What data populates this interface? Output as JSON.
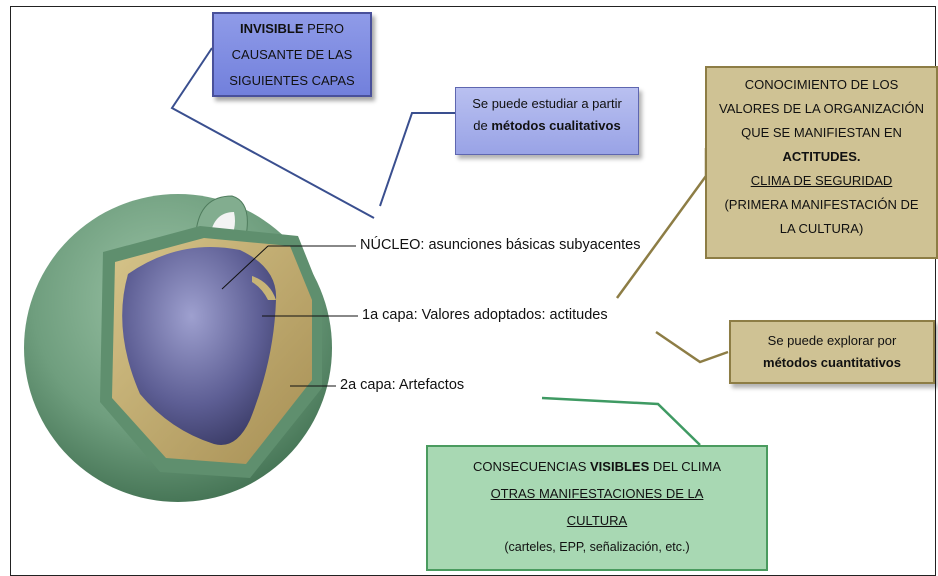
{
  "colors": {
    "blue_line": "#3a4f8f",
    "olive_line": "#8d7d45",
    "green_line": "#3f9a63",
    "sphere_green": "#6f9e7e",
    "core_blue": "#5d5e94",
    "values_tan": "#b7a266"
  },
  "box_invisible": {
    "line1_bold": "INVISIBLE",
    "line1_rest": " PERO",
    "line2": "CAUSANTE DE LAS",
    "line3": "SIGUIENTES CAPAS"
  },
  "box_cualitativos": {
    "line1": "Se puede estudiar a partir",
    "line2_pre": "de ",
    "line2_bold": "métodos cualitativos"
  },
  "box_conocimiento": {
    "line1": "CONOCIMIENTO DE LOS",
    "line2": "VALORES DE LA ORGANIZACIÓN",
    "line3": "QUE SE MANIFIESTAN EN",
    "line4_bold": "ACTITUDES.",
    "line5_underline": "CLIMA DE SEGURIDAD",
    "line6": "(PRIMERA MANIFESTACIÓN DE",
    "line7": "LA CULTURA)"
  },
  "box_cuantitativos": {
    "line1": "Se puede explorar por",
    "line2_bold": "métodos cuantitativos"
  },
  "box_visibles": {
    "line1_pre": "CONSECUENCIAS ",
    "line1_bold": "VISIBLES",
    "line1_post": " DEL CLIMA",
    "line2_underline": "OTRAS MANIFESTACIONES DE LA",
    "line3_underline": "CULTURA",
    "line4": "(carteles, EPP, señalización, etc.)"
  },
  "layers": {
    "nucleo": "NÚCLEO: asunciones básicas subyacentes",
    "capa1": "1a capa: Valores adoptados: actitudes",
    "capa2": "2a capa: Artefactos"
  }
}
